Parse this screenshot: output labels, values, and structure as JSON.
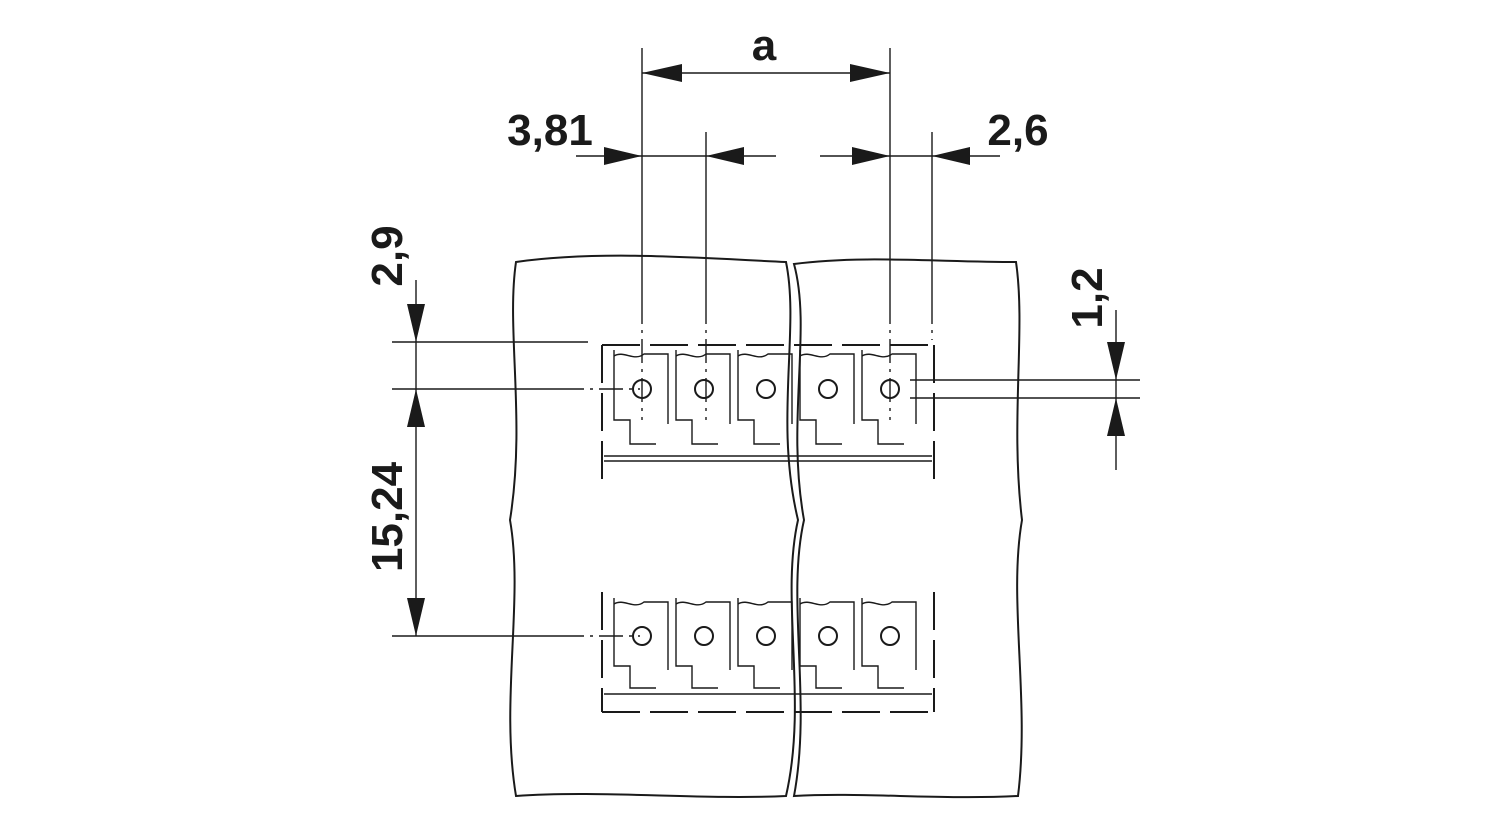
{
  "dimensions": {
    "a": "a",
    "pitch": "3,81",
    "offset_right": "2,6",
    "offset_top": "2,9",
    "row_spacing": "15,24",
    "hole_diameter": "1,2"
  },
  "layout_info": {
    "rows": 2,
    "pins_per_row": 5
  }
}
